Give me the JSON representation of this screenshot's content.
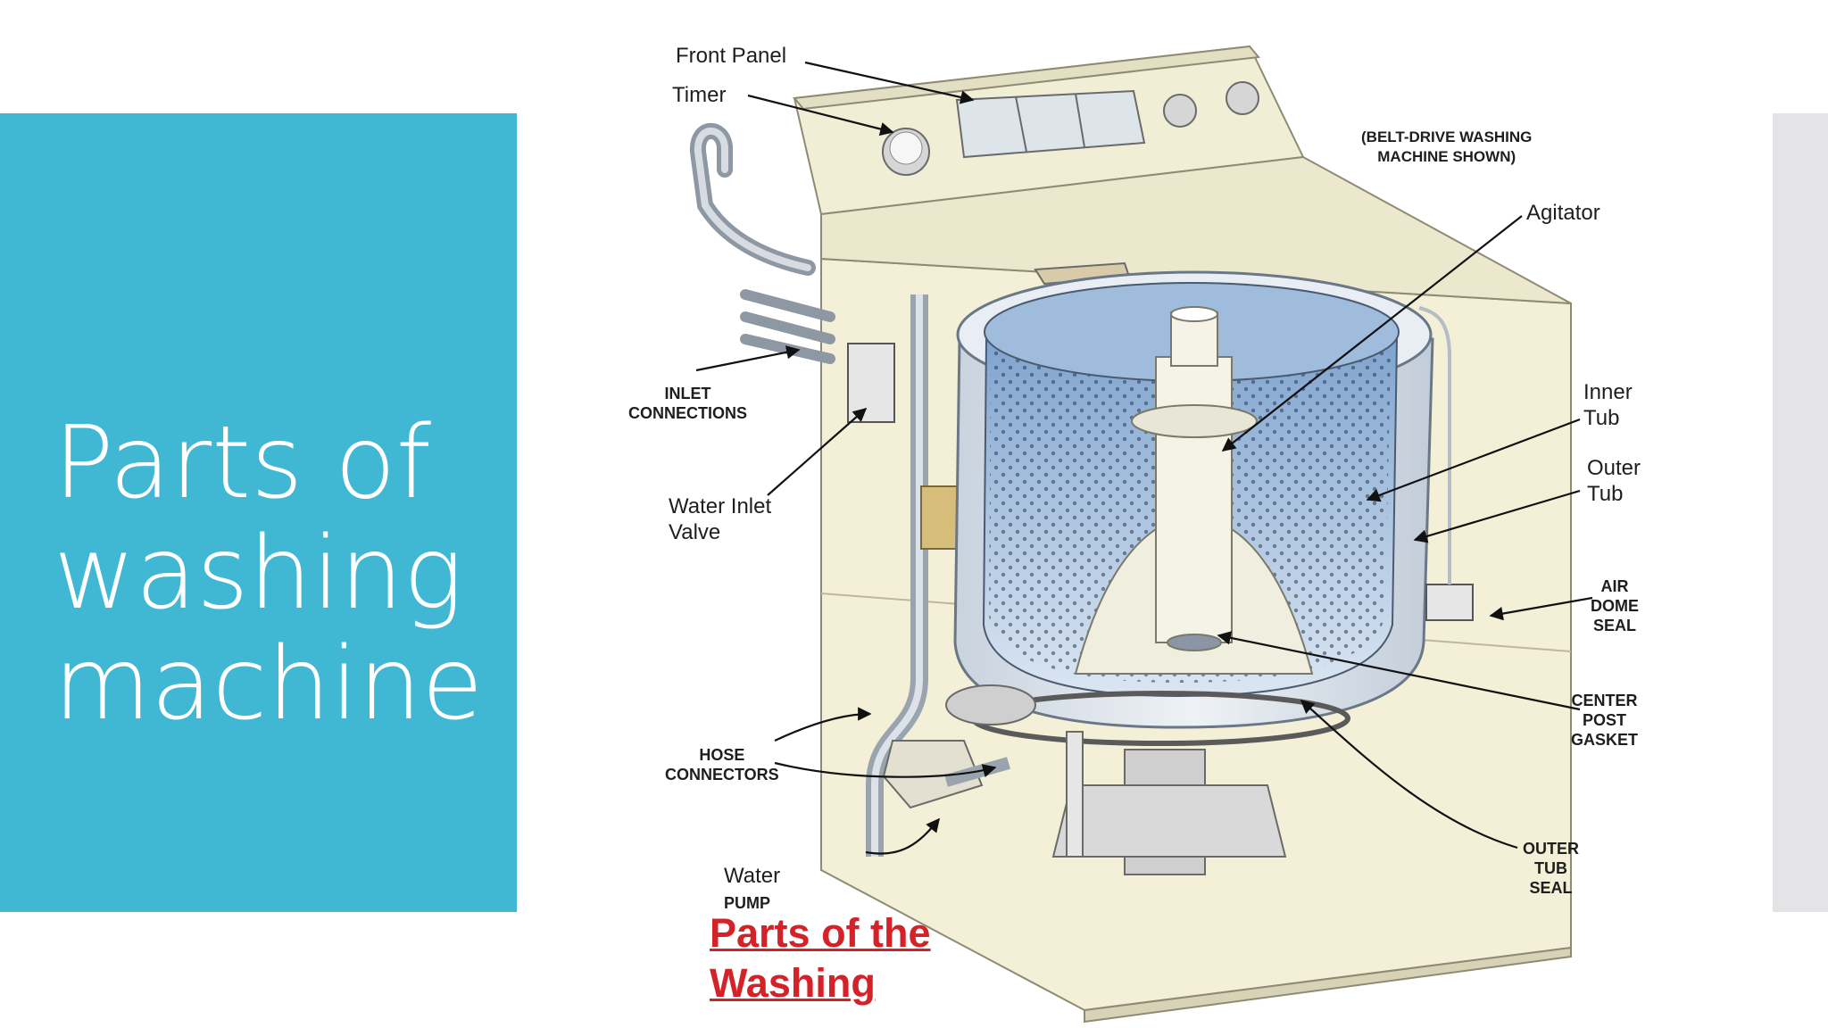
{
  "slide": {
    "title": "Parts of washing machine",
    "colors": {
      "panel": "#40b8d3",
      "title_text": "#ffffff",
      "right_bar": "#e4e4e6",
      "caption": "#d32228"
    }
  },
  "diagram": {
    "note": "(BELT-DRIVE WASHING\nMACHINE SHOWN)",
    "labels": {
      "front_panel": "Front Panel",
      "timer": "Timer",
      "agitator": "Agitator",
      "inlet_connections": "INLET\nCONNECTIONS",
      "inner_tub": "Inner\nTub",
      "outer_tub": "Outer\nTub",
      "water_inlet_valve": "Water Inlet\nValve",
      "air_dome_seal": "AIR\nDOME\nSEAL",
      "center_post_gasket": "CENTER\nPOST\nGASKET",
      "hose_connectors": "HOSE\nCONNECTORS",
      "water_pump_word": "Water",
      "water_pump_caps": "PUMP",
      "outer_tub_seal": "OUTER\nTUB\nSEAL"
    },
    "caption_line1": "Parts of the",
    "caption_line2": "Washing"
  }
}
